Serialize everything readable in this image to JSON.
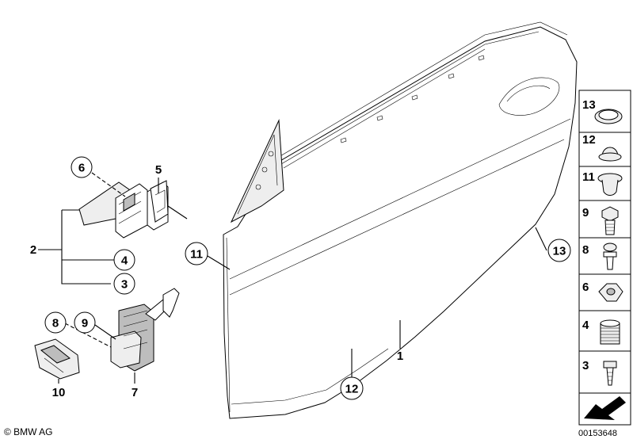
{
  "callouts": {
    "door": "1",
    "hinge_assembly": "2",
    "hinge_lower_3": "3",
    "hinge_pin_4": "4",
    "hinge_nut_6": "6",
    "hinge_shim": "5",
    "door_brake": "7",
    "brake_nut_8": "8",
    "brake_bolt_9": "9",
    "brake_cover": "10",
    "front_grommet": "11",
    "bottom_plug": "12",
    "rear_plug": "13"
  },
  "side_panel": [
    {
      "num": "13",
      "part": "flat-plug"
    },
    {
      "num": "12",
      "part": "dome-plug"
    },
    {
      "num": "11",
      "part": "grommet"
    },
    {
      "num": "9",
      "part": "hex-bolt"
    },
    {
      "num": "8",
      "part": "torx-bolt"
    },
    {
      "num": "6",
      "part": "hex-nut"
    },
    {
      "num": "4",
      "part": "bushing"
    },
    {
      "num": "3",
      "part": "pin"
    }
  ],
  "footer": {
    "copyright": "© BMW AG",
    "doc_id": "00153648"
  }
}
